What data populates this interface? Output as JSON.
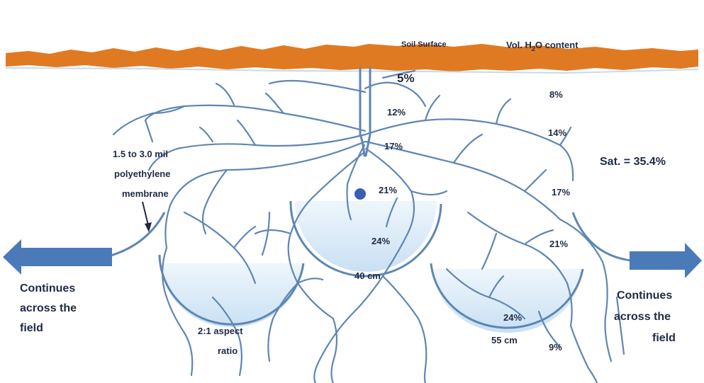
{
  "surface": {
    "soil_label": "Soil Surface",
    "content_label_prefix": "Vol. H",
    "content_label_sub": "2",
    "content_label_suffix": "O content",
    "soil_color": "#e07a22"
  },
  "labels": {
    "membrane_line1": "1.5 to 3.0 mil",
    "membrane_line2": "polyethylene",
    "membrane_line3": "membrane",
    "saturation": "Sat. = 35.4%",
    "left_continue_line1": "Continues",
    "left_continue_line2": "across the",
    "left_continue_line3": "field",
    "right_continue_line1": "Continues",
    "right_continue_line2": "across the",
    "right_continue_line3": "field",
    "spacing_40": "40 cm",
    "spacing_55": "55 cm",
    "aspect_line1": "2:1 aspect",
    "aspect_line2": "ratio"
  },
  "moisture": {
    "p5": "5%",
    "p12": "12%",
    "p17a": "17%",
    "p21a": "21%",
    "p24a": "24%",
    "p8": "8%",
    "p14": "14%",
    "p17b": "17%",
    "p21b": "21%",
    "p24b": "24%",
    "p9": "9%"
  },
  "colors": {
    "root": "#5e86b3",
    "water": "#d3e6f6",
    "arrow": "#4a7ab8",
    "text": "#1f2a44"
  }
}
